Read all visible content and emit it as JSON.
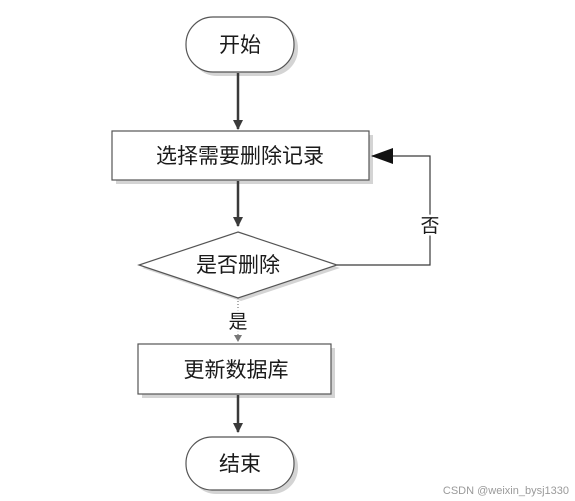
{
  "flowchart": {
    "nodes": {
      "start": {
        "label": "开始",
        "shape": "terminal"
      },
      "select": {
        "label": "选择需要删除记录",
        "shape": "process"
      },
      "decision": {
        "label": "是否删除",
        "shape": "decision"
      },
      "update": {
        "label": "更新数据库",
        "shape": "process"
      },
      "end": {
        "label": "结束",
        "shape": "terminal"
      }
    },
    "edges": [
      {
        "from": "start",
        "to": "select",
        "label": ""
      },
      {
        "from": "select",
        "to": "decision",
        "label": ""
      },
      {
        "from": "decision",
        "to": "update",
        "label": "是"
      },
      {
        "from": "decision",
        "to": "select",
        "label": "否"
      },
      {
        "from": "update",
        "to": "end",
        "label": ""
      }
    ]
  },
  "watermark": "CSDN @weixin_bysj1330",
  "colors": {
    "stroke": "#555555",
    "shadow": "#d4d4d4",
    "arrow": "#3a3a3a",
    "text": "#1a1a1a"
  }
}
